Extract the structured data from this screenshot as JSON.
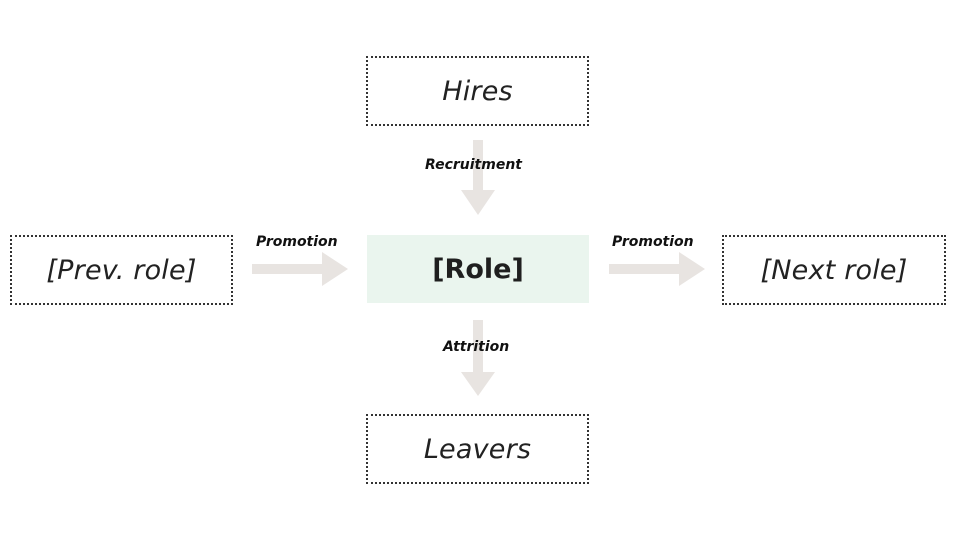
{
  "diagram": {
    "nodes": {
      "hires": {
        "label": "Hires"
      },
      "role": {
        "label": "[Role]"
      },
      "prev_role": {
        "label": "[Prev. role]"
      },
      "next_role": {
        "label": "[Next role]"
      },
      "leavers": {
        "label": "Leavers"
      }
    },
    "edges": {
      "recruitment": {
        "label": "Recruitment",
        "from": "Hires",
        "to": "[Role]"
      },
      "promotion_in": {
        "label": "Promotion",
        "from": "[Prev. role]",
        "to": "[Role]"
      },
      "promotion_out": {
        "label": "Promotion",
        "from": "[Role]",
        "to": "[Next role]"
      },
      "attrition": {
        "label": "Attrition",
        "from": "[Role]",
        "to": "Leavers"
      }
    }
  },
  "colors": {
    "role_fill": "#eaf5ee",
    "arrow": "#e8e4e1",
    "box_border": "#333333"
  }
}
